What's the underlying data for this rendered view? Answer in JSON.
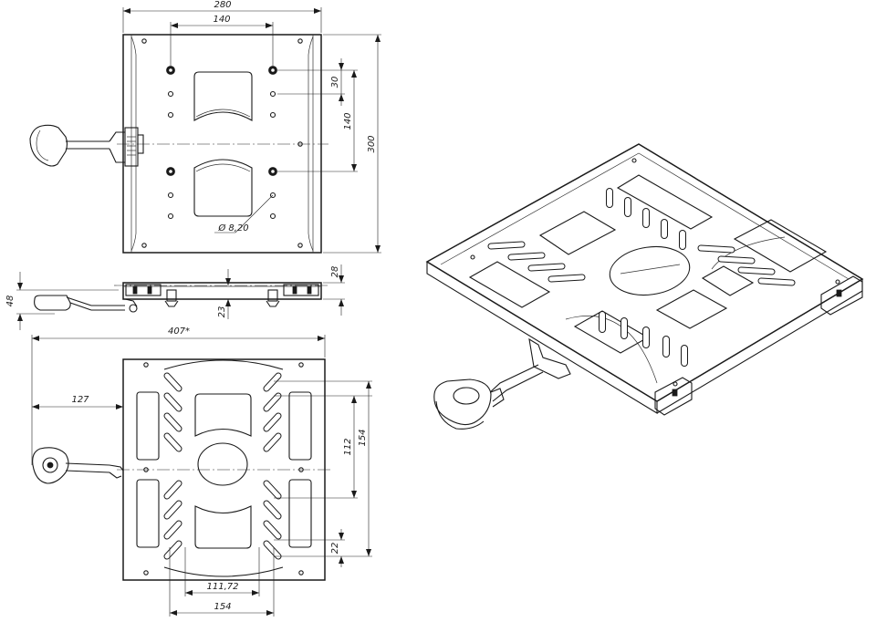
{
  "drawing": {
    "top_view": {
      "dim_width": "280",
      "dim_bolt_spacing_x": "140",
      "dim_hole_step": "30",
      "dim_bolt_spacing_y": "140",
      "dim_height": "300",
      "dim_hole_diameter": "Ø 8,20"
    },
    "side_view": {
      "dim_thickness": "28",
      "dim_lever_height": "48",
      "dim_offset": "23"
    },
    "bottom_view": {
      "dim_overall": "407*",
      "dim_lever_offset": "127",
      "dim_slot_span": "112",
      "dim_slot_outer": "154",
      "dim_slot_pitch": "22",
      "dim_slot_inner_x": "111,72",
      "dim_slot_outer_x": "154"
    },
    "iso_view": {}
  }
}
